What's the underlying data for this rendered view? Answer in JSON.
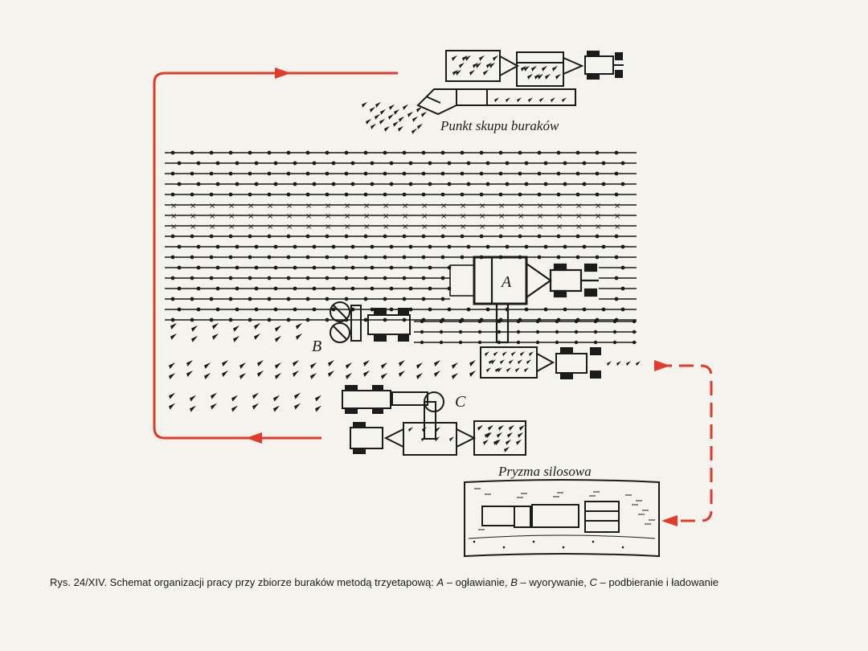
{
  "labels": {
    "punkt_skupu": "Punkt skupu buraków",
    "pryzma": "Pryzma silosowa",
    "a": "A",
    "b": "B",
    "c": "C"
  },
  "caption": {
    "prefix": "Rys. 24/XIV. Schemat organizacji pracy przy zbiorze buraków metodą trzyetapową: ",
    "a_letter": "A",
    "a_text": " – ogławianie, ",
    "b_letter": "B",
    "b_text": " – wyorywanie, ",
    "c_letter": "C",
    "c_text": " – podbieranie i ładowanie"
  },
  "colors": {
    "arrow": "#e23a2b",
    "ink": "#1b1b1b",
    "paper": "#f4f3ee"
  }
}
